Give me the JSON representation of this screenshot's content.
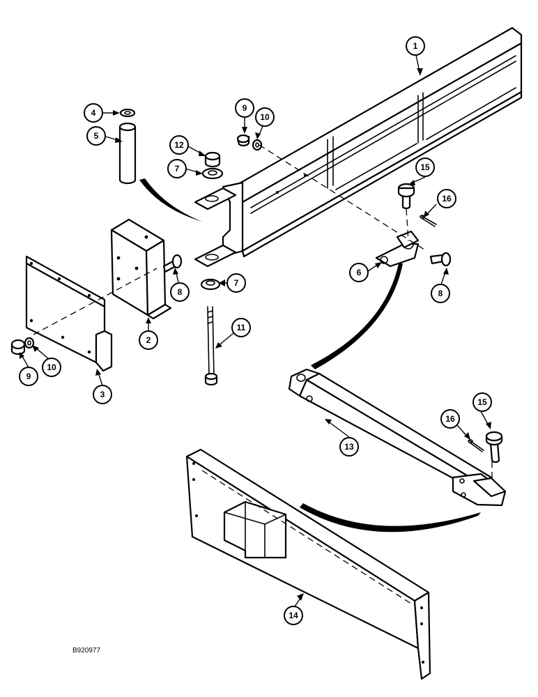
{
  "figure_id": "B920977",
  "callouts": [
    {
      "id": "c1",
      "label": "1"
    },
    {
      "id": "c2",
      "label": "2"
    },
    {
      "id": "c3",
      "label": "3"
    },
    {
      "id": "c4",
      "label": "4"
    },
    {
      "id": "c5",
      "label": "5"
    },
    {
      "id": "c6",
      "label": "6"
    },
    {
      "id": "c7a",
      "label": "7"
    },
    {
      "id": "c7b",
      "label": "7"
    },
    {
      "id": "c8a",
      "label": "8"
    },
    {
      "id": "c8b",
      "label": "8"
    },
    {
      "id": "c9a",
      "label": "9"
    },
    {
      "id": "c9b",
      "label": "9"
    },
    {
      "id": "c10a",
      "label": "10"
    },
    {
      "id": "c10b",
      "label": "10"
    },
    {
      "id": "c11",
      "label": "11"
    },
    {
      "id": "c12",
      "label": "12"
    },
    {
      "id": "c13",
      "label": "13"
    },
    {
      "id": "c14",
      "label": "14"
    },
    {
      "id": "c15a",
      "label": "15"
    },
    {
      "id": "c15b",
      "label": "15"
    },
    {
      "id": "c16a",
      "label": "16"
    },
    {
      "id": "c16b",
      "label": "16"
    }
  ]
}
